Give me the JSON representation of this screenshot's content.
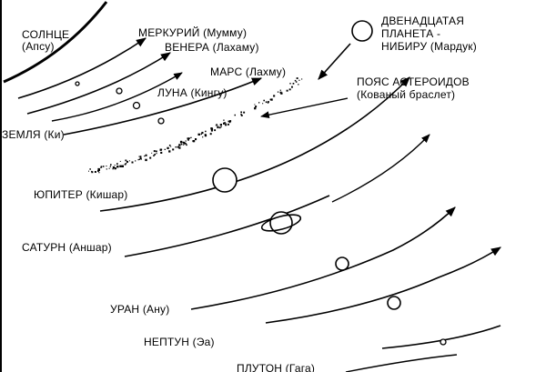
{
  "labels": {
    "sun": [
      "СОЛНЦЕ",
      "(Апсу)"
    ],
    "mercury": "МЕРКУРИЙ (Мумму)",
    "venus": "ВЕНЕРА (Лахаму)",
    "mars": "МАРС (Лахму)",
    "moon": "ЛУНА (Кингу)",
    "earth": "ЗЕМЛЯ (Ки)",
    "asteroid_belt": [
      "ПОЯС АСТЕРОИДОВ",
      "(Кованый браслет)"
    ],
    "nibiru": [
      "ДВЕНАДЦАТАЯ",
      "ПЛАНЕТА -",
      "НИБИРУ (Мардук)"
    ],
    "jupiter": "ЮПИТЕР (Кишар)",
    "saturn": "САТУРН (Аншар)",
    "uranus": "УРАН (Ану)",
    "neptune": "НЕПТУН (Эа)",
    "pluto": "ПЛУТОН (Гага)"
  },
  "colors": {
    "ink": "#000000",
    "background": "#ffffff"
  }
}
